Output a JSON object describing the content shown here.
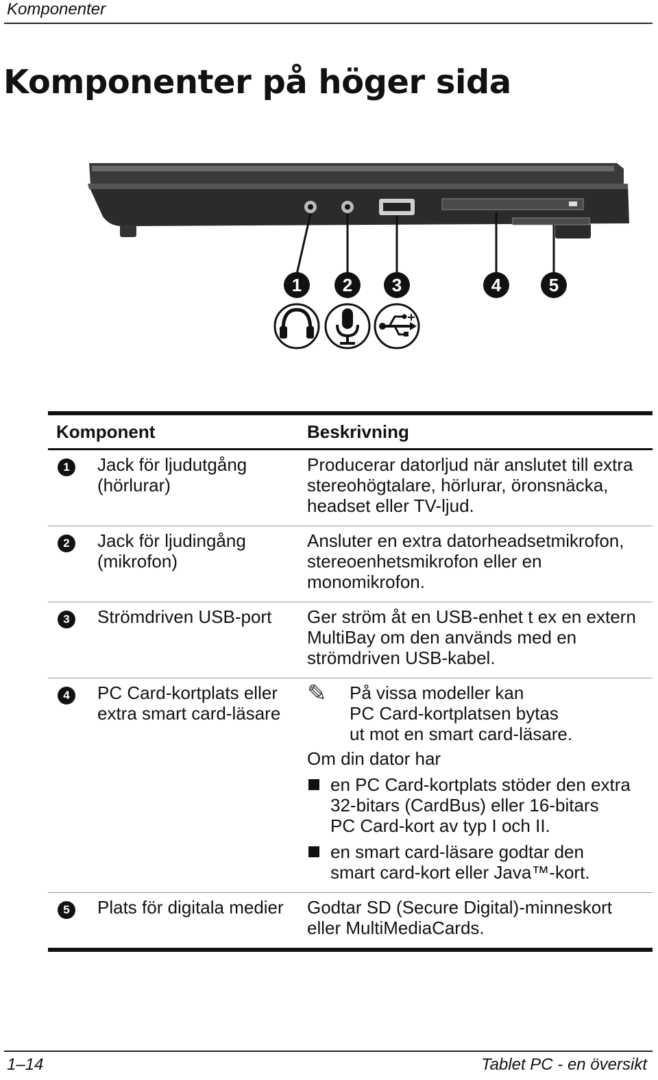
{
  "header": {
    "running_title": "Komponenter"
  },
  "page": {
    "title": "Komponenter på höger sida"
  },
  "figure": {
    "callouts": [
      "1",
      "2",
      "3",
      "4",
      "5"
    ],
    "icons": [
      "headphone-icon",
      "microphone-icon",
      "usb-icon"
    ]
  },
  "table": {
    "headers": {
      "component": "Komponent",
      "description": "Beskrivning"
    },
    "rows": [
      {
        "num": "1",
        "component": [
          "Jack för ljudutgång",
          "(hörlurar)"
        ],
        "description": [
          "Producerar datorljud när anslutet till extra",
          "stereohögtalare, hörlurar, öronsnäcka,",
          "headset eller TV-ljud."
        ]
      },
      {
        "num": "2",
        "component": [
          "Jack för ljudingång",
          "(mikrofon)"
        ],
        "description": [
          "Ansluter en extra datorheadsetmikrofon,",
          "stereoenhetsmikrofon eller en",
          "monomikrofon."
        ]
      },
      {
        "num": "3",
        "component": [
          "Strömdriven USB-port"
        ],
        "description": [
          "Ger ström åt en USB-enhet t ex en extern",
          "MultiBay om den används med en",
          "strömdriven USB-kabel."
        ]
      },
      {
        "num": "4",
        "component": [
          "PC Card-kortplats eller",
          "extra smart card-läsare"
        ],
        "note": [
          "På vissa modeller kan",
          "PC Card-kortplatsen bytas",
          "ut mot en smart card-läsare."
        ],
        "intro": "Om din dator har",
        "bullets": [
          [
            "en PC Card-kortplats stöder den extra",
            "32-bitars (CardBus) eller 16-bitars",
            "PC Card-kort av typ I och II."
          ],
          [
            "en smart card-läsare godtar den",
            "smart card-kort eller Java™-kort."
          ]
        ]
      },
      {
        "num": "5",
        "component": [
          "Plats för digitala medier"
        ],
        "description": [
          "Godtar SD (Secure Digital)-minneskort",
          "eller MultiMediaCards."
        ]
      }
    ]
  },
  "footer": {
    "page_number": "1–14",
    "book_title": "Tablet PC - en översikt"
  }
}
